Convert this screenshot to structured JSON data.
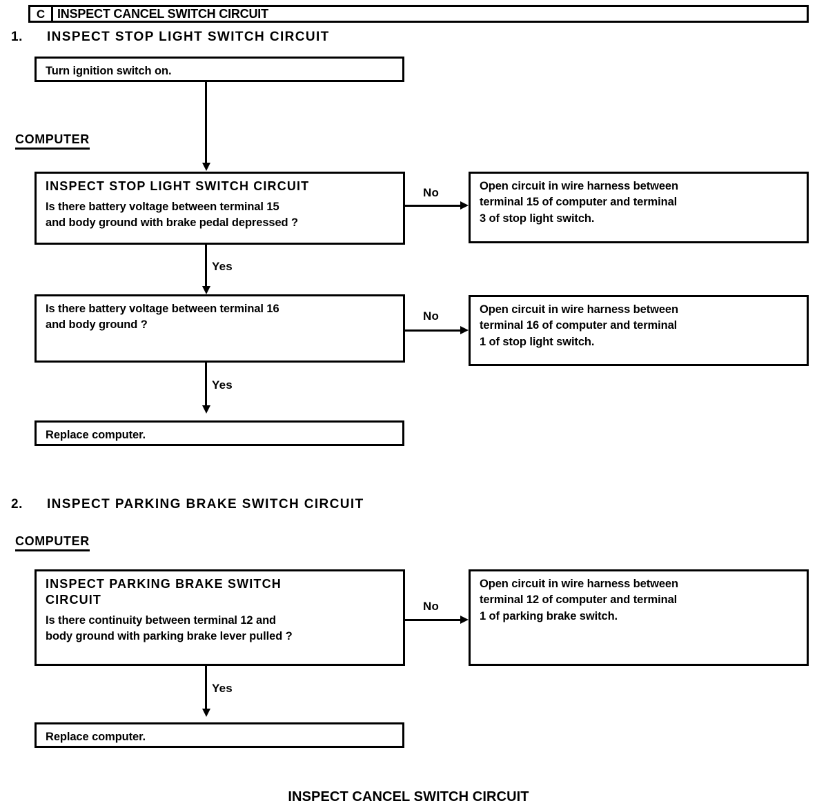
{
  "header": {
    "tag": "C",
    "title": "INSPECT CANCEL SWITCH CIRCUIT"
  },
  "footer": {
    "title": "INSPECT CANCEL SWITCH CIRCUIT"
  },
  "sections": [
    {
      "number": "1.",
      "heading": "INSPECT  STOP  LIGHT  SWITCH  CIRCUIT",
      "group_label": "COMPUTER",
      "start_box": "Turn ignition switch on.",
      "step1": {
        "title": "INSPECT  STOP  LIGHT  SWITCH  CIRCUIT",
        "line1": "Is there battery voltage between terminal 15",
        "line2": "and body ground with brake pedal depressed ?",
        "no_label": "No",
        "yes_label": "Yes",
        "result_line1": "Open circuit in wire harness between",
        "result_line2": "terminal 15 of computer and terminal",
        "result_line3": "3 of stop light switch."
      },
      "step2": {
        "line1": "Is there battery voltage between terminal 16",
        "line2": "and body ground ?",
        "no_label": "No",
        "yes_label": "Yes",
        "result_line1": "Open circuit in wire harness between",
        "result_line2": "terminal 16 of computer and terminal",
        "result_line3": "1 of stop light switch."
      },
      "end_box": "Replace computer."
    },
    {
      "number": "2.",
      "heading": "INSPECT  PARKING  BRAKE  SWITCH  CIRCUIT",
      "group_label": "COMPUTER",
      "step1": {
        "title_line1": "INSPECT  PARKING  BRAKE  SWITCH",
        "title_line2": "CIRCUIT",
        "line1": "Is there continuity between terminal 12 and",
        "line2": "body ground with parking brake lever pulled ?",
        "no_label": "No",
        "yes_label": "Yes",
        "result_line1": "Open circuit in wire harness between",
        "result_line2": "terminal 12 of computer and terminal",
        "result_line3": "1 of parking brake switch."
      },
      "end_box": "Replace computer."
    }
  ]
}
